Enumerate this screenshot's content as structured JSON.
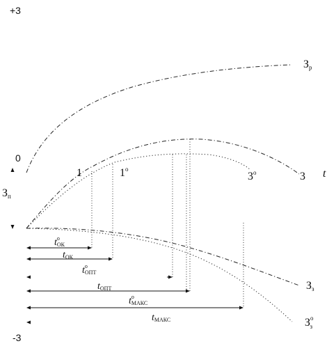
{
  "axis": {
    "top_value": "+3",
    "zero_value": "0",
    "bottom_value": "-3",
    "left_label": "З",
    "left_label_sub": "п",
    "time_symbol": "t"
  },
  "point_labels": {
    "one": "1",
    "one_prime": "1",
    "one_prime_sup": "o",
    "three_prime": "3",
    "three_prime_sup": "o",
    "three": "3"
  },
  "curve_labels": {
    "top": {
      "main": "З",
      "sub": "р"
    },
    "middle": {
      "main": "З",
      "sub": "з"
    },
    "bottom": {
      "main": "З",
      "sup": "о",
      "sub": "з"
    }
  },
  "intervals": {
    "t1": {
      "main": "t",
      "sup": "o",
      "sub": "ОК"
    },
    "t2": {
      "main": "t",
      "sub": "ОК"
    },
    "t3": {
      "main": "t",
      "sup": "o",
      "sub": "ОПТ"
    },
    "t4": {
      "main": "t",
      "sub": "ОПТ"
    },
    "t5": {
      "main": "t",
      "sup": "o",
      "sub": "МАКС"
    },
    "t6": {
      "main": "t",
      "sub": "МАКС"
    }
  }
}
